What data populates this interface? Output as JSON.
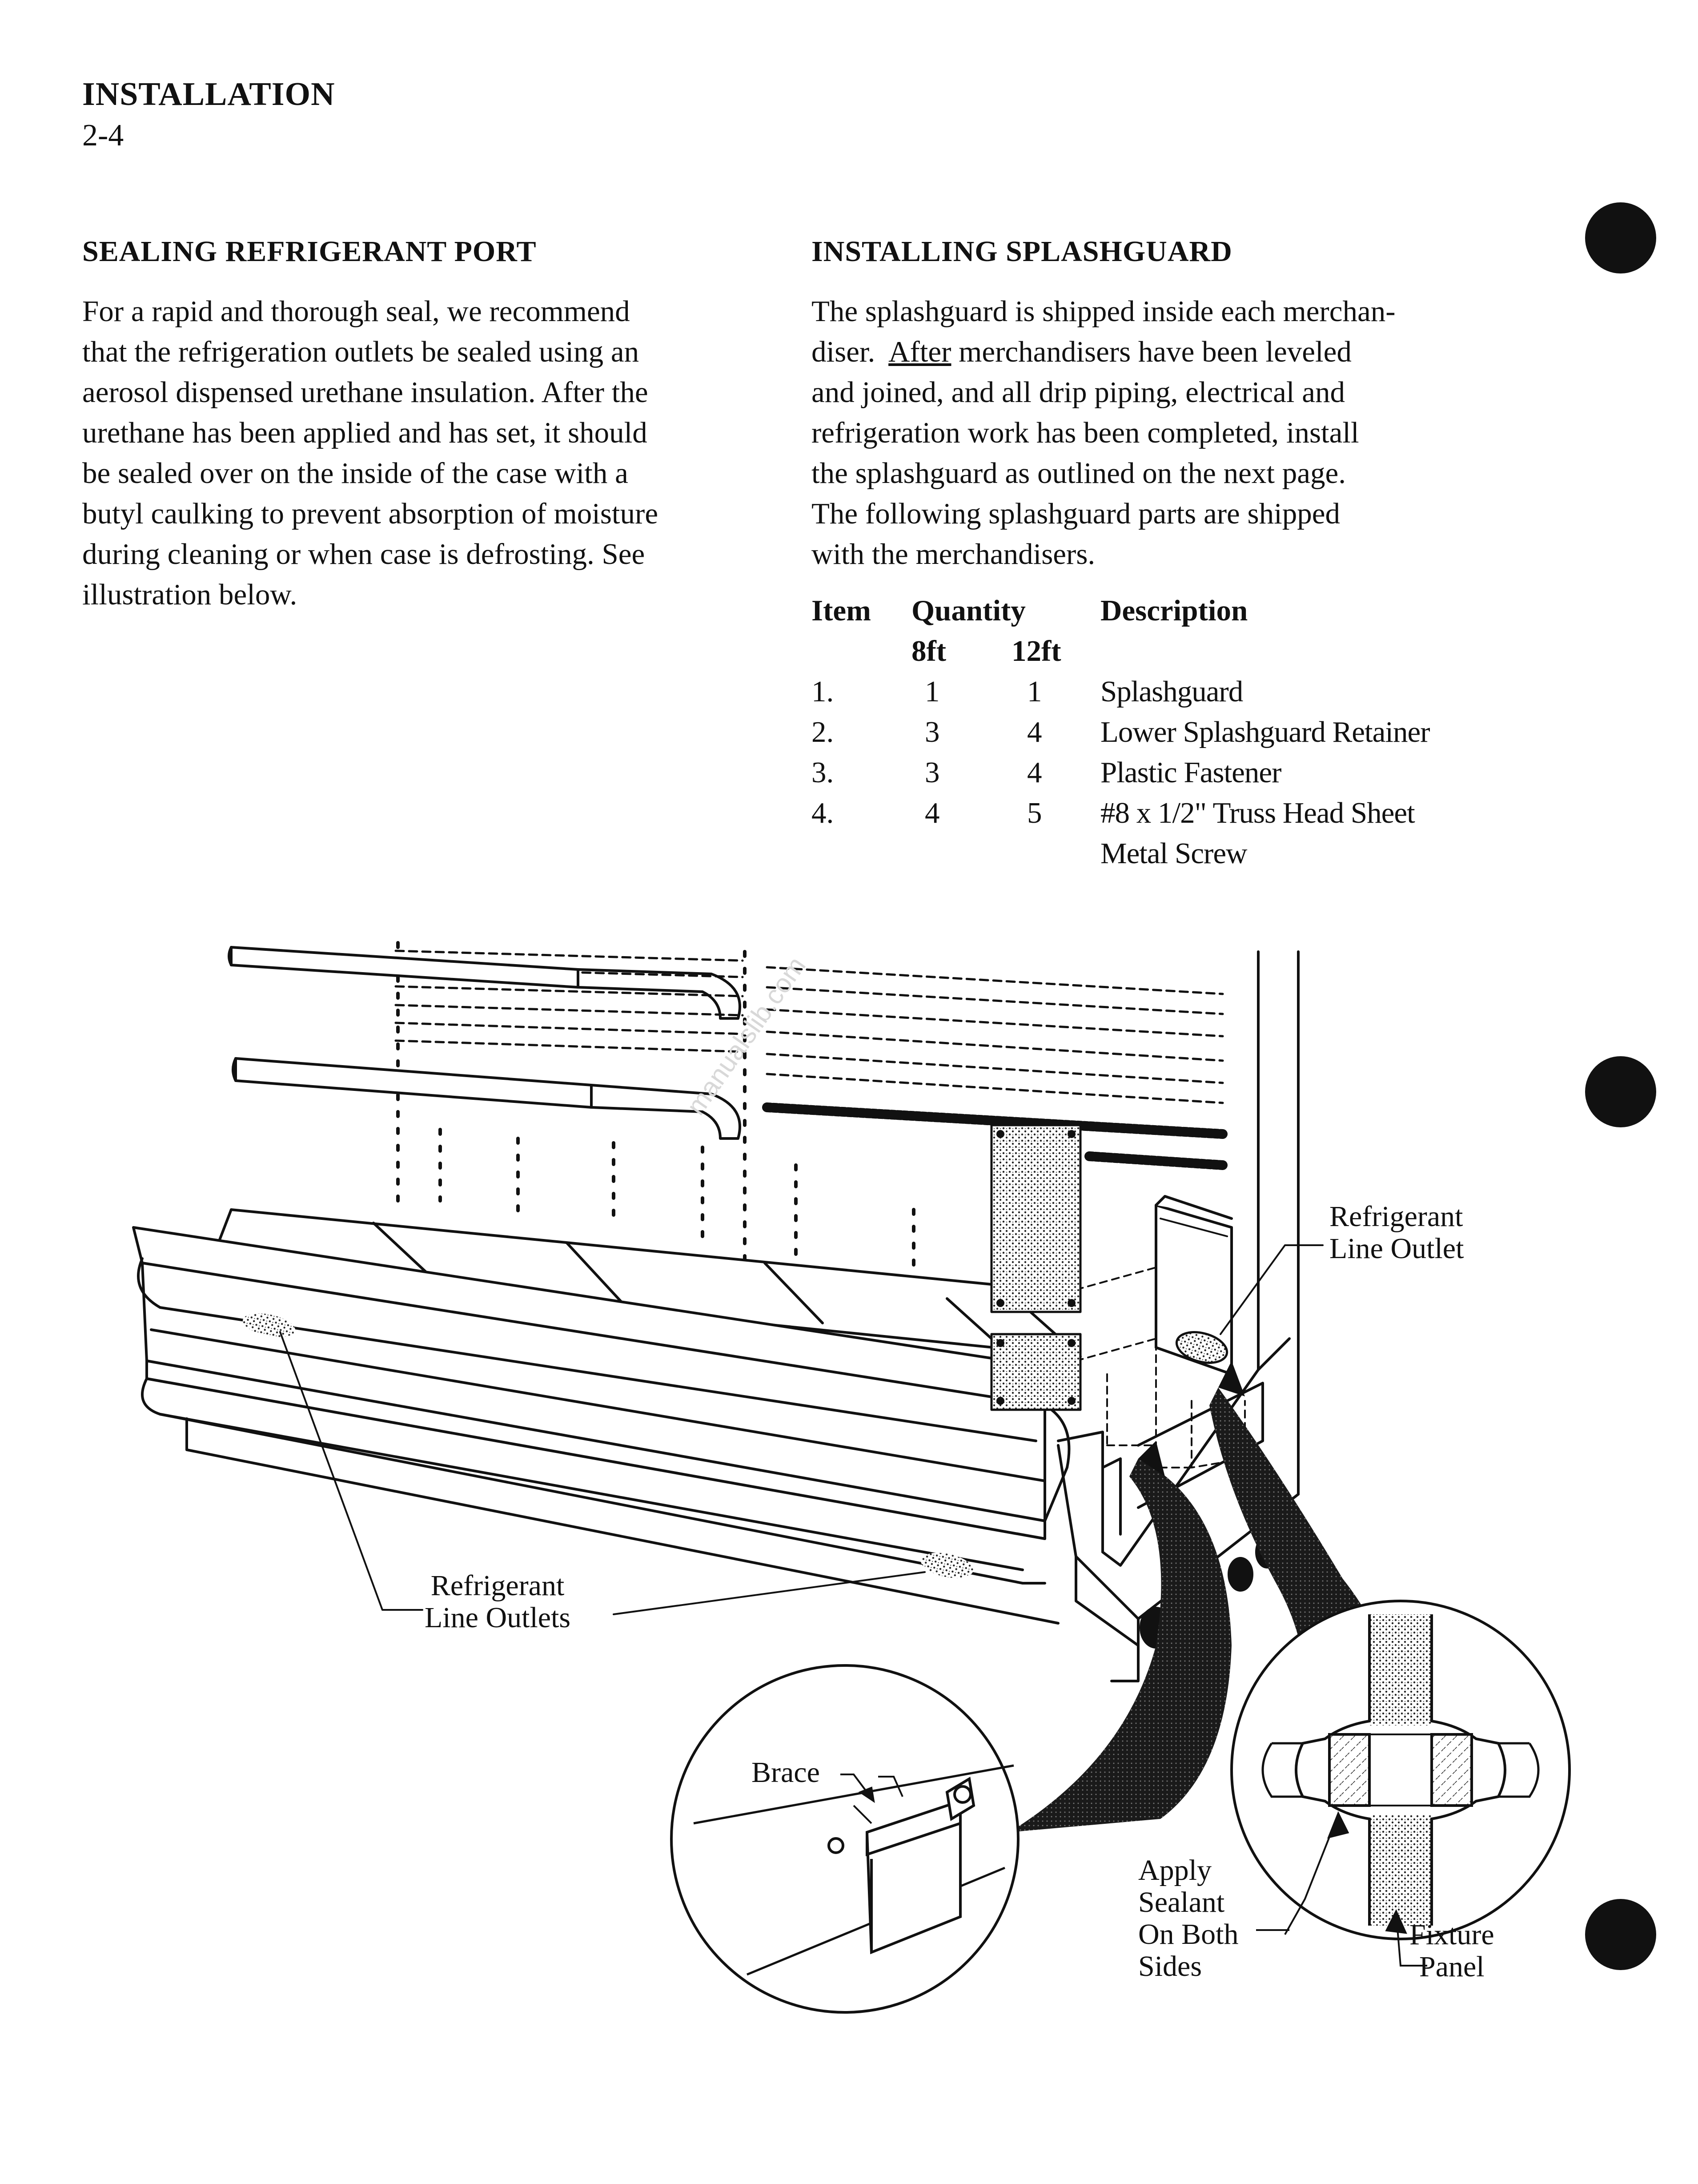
{
  "header": {
    "section": "INSTALLATION",
    "page_number": "2-4"
  },
  "left_section": {
    "title": "SEALING REFRIGERANT PORT",
    "lines": [
      "For a rapid and thorough seal, we recommend",
      "that the refrigeration outlets be sealed using an",
      "aerosol dispensed urethane insulation.  After the",
      "urethane has been applied and has set, it should",
      "be sealed over on the inside of the case with a",
      "butyl caulking to prevent absorption of moisture",
      "during cleaning or when case is defrosting.  See",
      "illustration below."
    ]
  },
  "right_section": {
    "title": "INSTALLING SPLASHGUARD",
    "line1": "The splashguard is shipped inside each merchan-",
    "line2_pre": "diser.  ",
    "line2_underlined": "After",
    "line2_post": " merchandisers have been leveled",
    "lines_rest": [
      "and joined, and all drip piping, electrical and",
      "refrigeration work has been completed, install",
      "the splashguard as outlined on the next page.",
      "The following splashguard parts are shipped",
      "with the merchandisers."
    ]
  },
  "parts_table": {
    "headers": {
      "item": "Item",
      "quantity": "Quantity",
      "description": "Description",
      "sub_8ft": "8ft",
      "sub_12ft": "12ft"
    },
    "rows": [
      {
        "item": "1.",
        "q8": "1",
        "q12": "1",
        "description": "Splashguard"
      },
      {
        "item": "2.",
        "q8": "3",
        "q12": "4",
        "description": "Lower Splashguard Retainer"
      },
      {
        "item": "3.",
        "q8": "3",
        "q12": "4",
        "description": "Plastic Fastener"
      },
      {
        "item": "4.",
        "q8": "4",
        "q12": "5",
        "description": "#8 x 1/2\" Truss Head Sheet"
      }
    ],
    "row4_continuation": "Metal Screw"
  },
  "diagram": {
    "labels": {
      "refrigerant_line_outlet_1": "Refrigerant",
      "refrigerant_line_outlet_2": "Line Outlet",
      "refrigerant_line_outlets_1": "Refrigerant",
      "refrigerant_line_outlets_2": "Line Outlets",
      "brace": "Brace",
      "apply_sealant_1": "Apply",
      "apply_sealant_2": "Sealant",
      "apply_sealant_3": "On Both",
      "apply_sealant_4": "Sides",
      "fixture_panel_1": "Fixture",
      "fixture_panel_2": "Panel"
    },
    "watermark": "manualslib.com"
  }
}
